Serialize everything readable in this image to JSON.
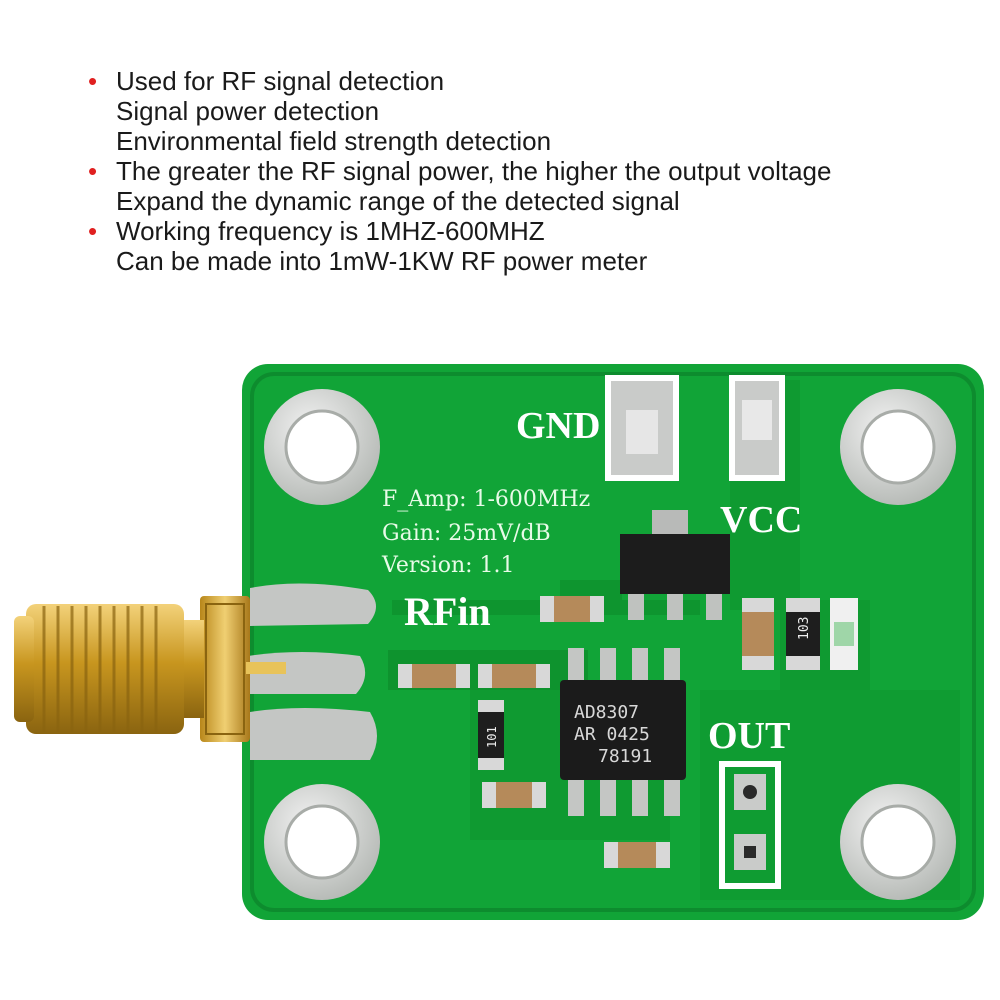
{
  "features": [
    {
      "lines": [
        "Used for RF signal detection",
        "Signal power detection",
        "Environmental field strength detection"
      ]
    },
    {
      "lines": [
        "The greater the RF signal power, the higher the output voltage",
        "Expand the dynamic range of the detected signal"
      ]
    },
    {
      "lines": [
        "Working frequency is 1MHZ-600MHZ",
        "Can be made into 1mW-1KW RF power meter"
      ]
    }
  ],
  "board": {
    "labels": {
      "gnd": "GND",
      "vcc": "VCC",
      "rfin": "RFin",
      "out": "OUT",
      "freq": "F_Amp: 1-600MHz",
      "gain": "Gain: 25mV/dB",
      "version": "Version: 1.1"
    },
    "chip": {
      "line1": "AD8307",
      "line2": "AR 0425",
      "line3": "78191"
    },
    "resistor_codes": {
      "r1": "101",
      "r2": "103"
    }
  },
  "colors": {
    "bullet": "#e02020",
    "pcb": "#13a53a",
    "pcb_dark": "#0b8a2e",
    "silkscreen": "#ffffff",
    "connector_gold": "#d4a72c"
  }
}
